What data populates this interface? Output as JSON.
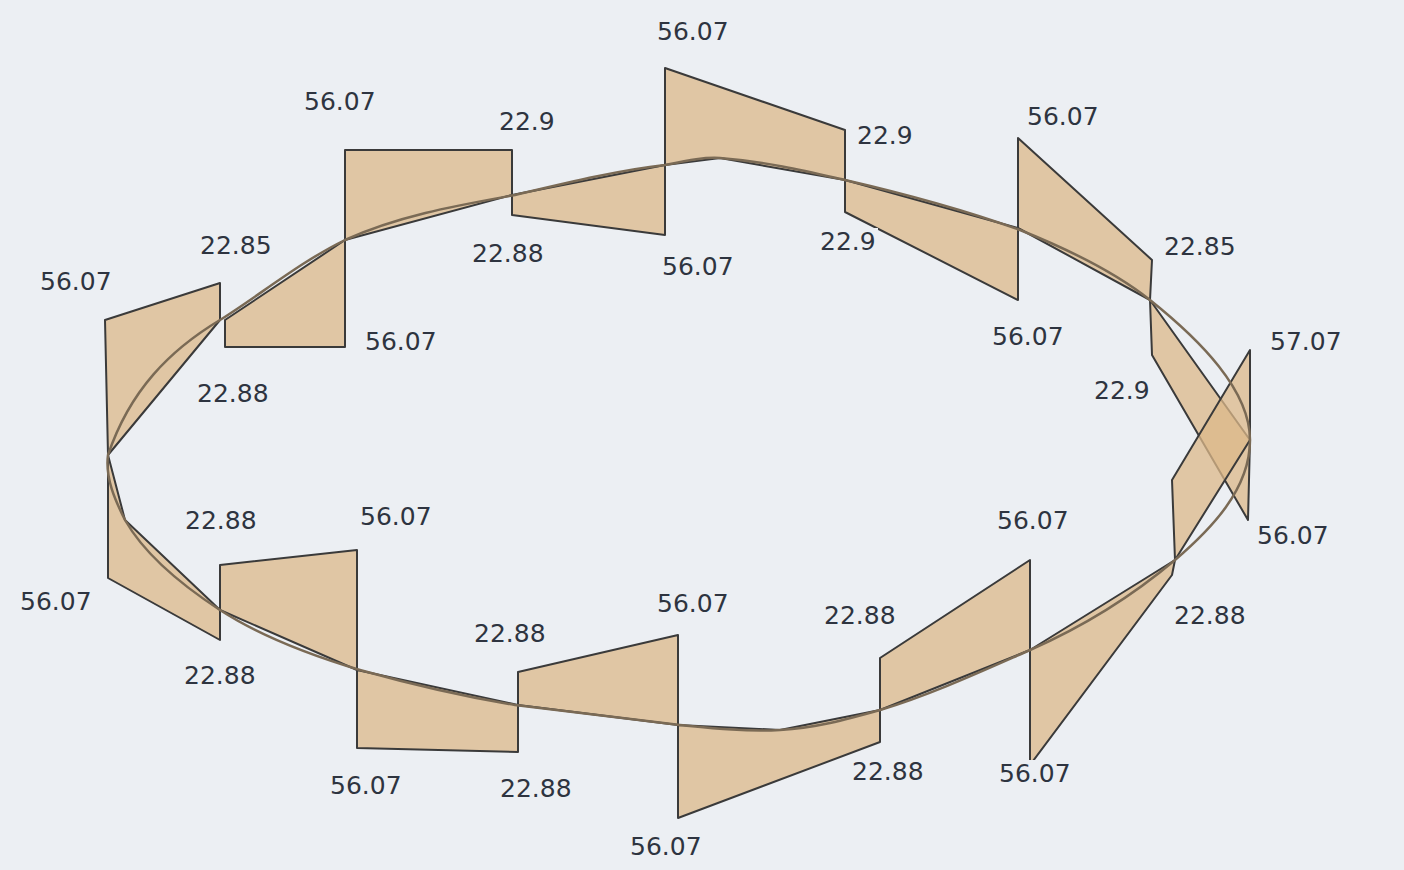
{
  "diagram": {
    "labels": [
      "56.07",
      "56.07",
      "22.9",
      "22.9",
      "56.07",
      "22.85",
      "22.88",
      "56.07",
      "22.9",
      "22.85",
      "56.07",
      "56.07",
      "56.07",
      "57.07",
      "22.88",
      "22.9",
      "22.88",
      "56.07",
      "56.07",
      "56.07",
      "56.07",
      "56.07",
      "22.88",
      "22.88",
      "22.88",
      "22.88",
      "56.07",
      "22.88",
      "56.07",
      "22.88",
      "56.07"
    ]
  }
}
